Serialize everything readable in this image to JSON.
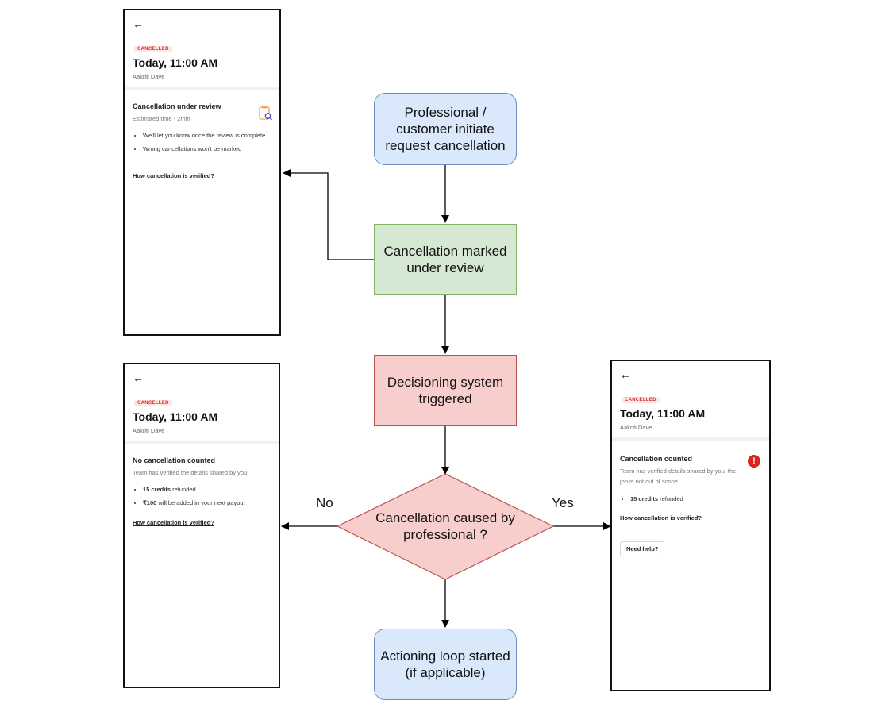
{
  "flow": {
    "initiate": "Professional /\ncustomer initiate\nrequest cancellation",
    "under_review": "Cancellation marked\nunder review",
    "decisioning": "Decisioning system\ntriggered",
    "decision": "Cancellation caused by\nprofessional ?",
    "actioning": "Actioning loop started\n(if applicable)",
    "no_label": "No",
    "yes_label": "Yes"
  },
  "colors": {
    "blue_fill": "#dae8fc",
    "blue_stroke": "#6c8ebf",
    "green_fill": "#d5e8d4",
    "green_stroke": "#82b366",
    "red_fill": "#f8cecc",
    "red_stroke": "#b85450",
    "status_red": "#d0302b"
  },
  "screens": {
    "review": {
      "back_icon": "←",
      "badge": "CANCELLED",
      "title": "Today, 11:00 AM",
      "name": "Aakriti Dave",
      "card_title": "Cancellation under review",
      "subtitle": "Estimated time - 2min",
      "bullets": [
        "We'll let you know once the review is complete",
        "Wrong cancellations won't be marked"
      ],
      "link": "How cancellation is verified?",
      "icon": "clipboard-search-icon"
    },
    "not_counted": {
      "back_icon": "←",
      "badge": "CANCELLED",
      "title": "Today, 11:00 AM",
      "name": "Aakriti Dave",
      "card_title": "No cancellation counted",
      "subtitle": "Team has verified the details shared by you",
      "bullet1_bold": "15 credits",
      "bullet1_rest": " refunded",
      "bullet2_bold": "₹100",
      "bullet2_rest": " will be added in your next payout",
      "link": "How cancellation is verified?"
    },
    "counted": {
      "back_icon": "←",
      "badge": "CANCELLED",
      "title": "Today, 11:00 AM",
      "name": "Aakriti Dave",
      "card_title": "Cancellation counted",
      "subtitle": "Team has verified details shared by you, the job is not out of scope",
      "bullet1_bold": "15 credits",
      "bullet1_rest": " refunded",
      "link": "How cancellation is verified?",
      "help_button": "Need help?",
      "alert_icon": "!"
    }
  }
}
